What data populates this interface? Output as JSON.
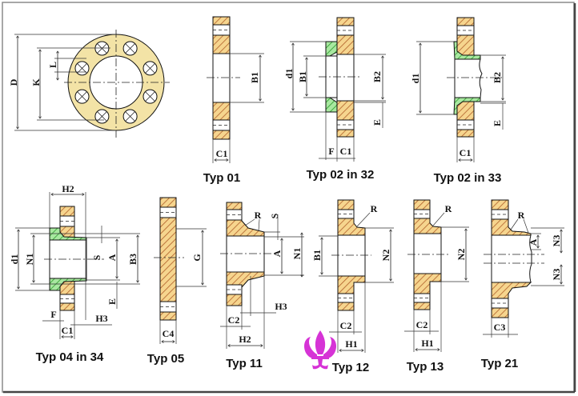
{
  "colors": {
    "flange_fill": "#f6d58e",
    "flange_hatch": "#b0602a",
    "weld_fill": "#a8e8a0",
    "weld_hatch": "#2a9a2a",
    "face_fill": "#f3e3a6",
    "logo": "#d633d6"
  },
  "front_view": {
    "D": "D",
    "K": "K",
    "L": "L"
  },
  "typ01": {
    "title": "Typ 01",
    "B1": "B1",
    "C1": "C1"
  },
  "typ02_32": {
    "title": "Typ 02 in 32",
    "d1": "d1",
    "B1": "B1",
    "B2": "B2",
    "E": "E",
    "F": "F",
    "C1": "C1"
  },
  "typ02_33": {
    "title": "Typ 02 in 33",
    "d1": "d1",
    "B2": "B2",
    "E": "E",
    "C1": "C1"
  },
  "typ04_34": {
    "title": "Typ 04 in 34",
    "H2": "H2",
    "d1": "d1",
    "N1": "N1",
    "S": "S",
    "A": "A",
    "B3": "B3",
    "E": "E",
    "F": "F",
    "C1": "C1",
    "H3": "H3"
  },
  "typ05": {
    "title": "Typ 05",
    "G": "G",
    "C4": "C4"
  },
  "typ11": {
    "title": "Typ 11",
    "R": "R",
    "S": "S",
    "A": "A",
    "N1": "N1",
    "H3": "H3",
    "C2": "C2",
    "H2": "H2"
  },
  "typ12": {
    "title": "Typ 12",
    "R": "R",
    "B1": "B1",
    "N2": "N2",
    "C2": "C2",
    "H1": "H1"
  },
  "typ13": {
    "title": "Typ 13",
    "R": "R",
    "N2": "N2",
    "C2": "C2",
    "H1": "H1"
  },
  "typ21": {
    "title": "Typ 21",
    "R": "R",
    "A": "A",
    "N3_upper": "N3",
    "N3_lower": "N3",
    "C3": "C3"
  }
}
